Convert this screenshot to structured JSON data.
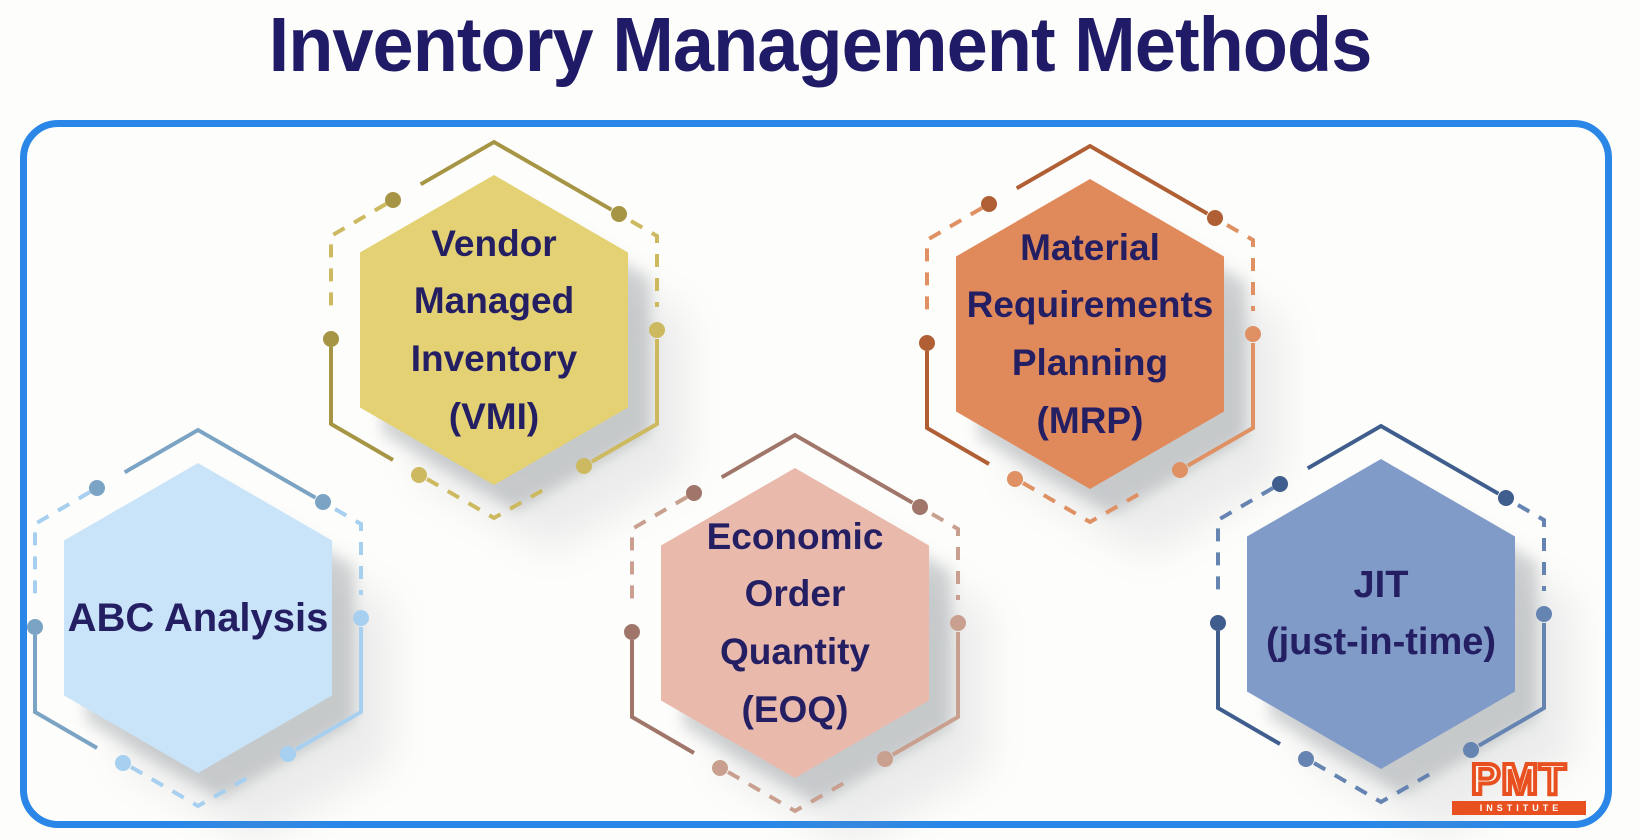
{
  "title": "Inventory Management Methods",
  "frame": {
    "border_color": "#2a87e8"
  },
  "methods": [
    {
      "id": "vmi",
      "label": "Vendor\nManaged\nInventory\n(VMI)",
      "fill": "#e3d173",
      "deco_dark": "#a69544",
      "deco_light": "#cdb95f"
    },
    {
      "id": "mrp",
      "label": "Material\nRequirements\nPlanning\n(MRP)",
      "fill": "#e08a5c",
      "deco_dark": "#b05f35",
      "deco_light": "#df9164"
    },
    {
      "id": "abc",
      "label": "ABC Analysis",
      "fill": "#c9e4f8",
      "deco_dark": "#7ba3c4",
      "deco_light": "#a6cff0"
    },
    {
      "id": "eoq",
      "label": "Economic\nOrder\nQuantity\n(EOQ)",
      "fill": "#e9b9ac",
      "deco_dark": "#a1766a",
      "deco_light": "#c9a08f"
    },
    {
      "id": "jit",
      "label": "JIT\n(just-in-time)",
      "fill": "#809bc8",
      "deco_dark": "#3f5e8e",
      "deco_light": "#6584b2"
    }
  ],
  "logo": {
    "brand": "PMT",
    "subtitle": "INSTITUTE",
    "color": "#e8511f"
  },
  "colors": {
    "title_text": "#201b66",
    "hexagon_text": "#241e63",
    "background": "#fdfdfb",
    "shadow": "#8d9399"
  }
}
